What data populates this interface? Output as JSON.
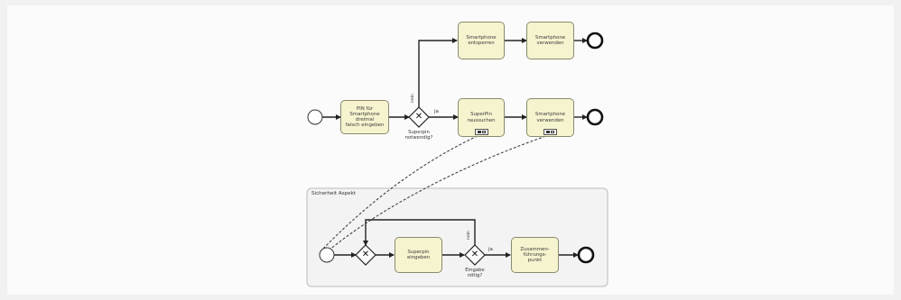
{
  "diagram": {
    "tasks": {
      "pin_falsch": "PIN für\nSmartphone\ndreimal\nfalsch eingeben",
      "smartphone_entsperren": "Smartphone\nentsperren",
      "smartphone_verwenden_top": "Smartphone\nverwenden",
      "superpin_raussuchen": "SuperPin\nraussuchen",
      "smartphone_verwenden_mid": "Smartphone\nverwenden",
      "superpin_eingeben": "Superpin\neingeben",
      "zusammenfuehrungspunkt": "Zusammen-\nführungs-\npunkt"
    },
    "gateways": {
      "superpin_noetig": "Superpin\nnotwendig?",
      "eingabe_noetig": "Eingabe\nnötig?"
    },
    "flow_labels": {
      "nein_top": "nein",
      "ja_top": "ja",
      "nein_bottom": "nein",
      "ja_bottom": "ja"
    },
    "subprocess": {
      "title": "Sicherheit Aspekt"
    },
    "colors": {
      "task_fill": "#f6f4cf",
      "line": "#222222"
    }
  }
}
